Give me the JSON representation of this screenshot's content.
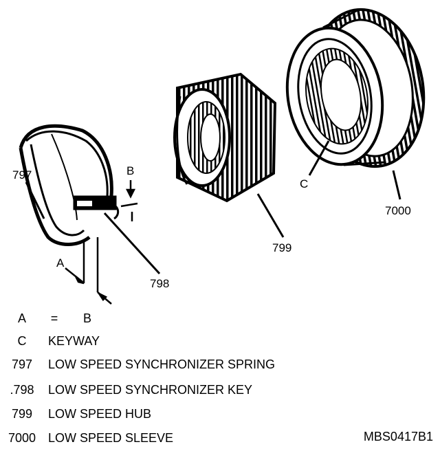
{
  "callouts": {
    "spring": "797",
    "key": "798",
    "hub": "799",
    "sleeve": "7000",
    "keyway": "C",
    "dim_a": "A",
    "dim_b": "B"
  },
  "legend": [
    {
      "key": "A",
      "sep": "=",
      "text": "B"
    },
    {
      "key": "C",
      "text": "KEYWAY"
    },
    {
      "key": "797",
      "text": "LOW SPEED SYNCHRONIZER SPRING"
    },
    {
      "key": ".798",
      "text": "LOW SPEED SYNCHRONIZER KEY"
    },
    {
      "key": "799",
      "text": "LOW SPEED HUB"
    },
    {
      "key": "7000",
      "text": "LOW SPEED SLEEVE"
    }
  ],
  "figure_code": "MBS0417B1"
}
